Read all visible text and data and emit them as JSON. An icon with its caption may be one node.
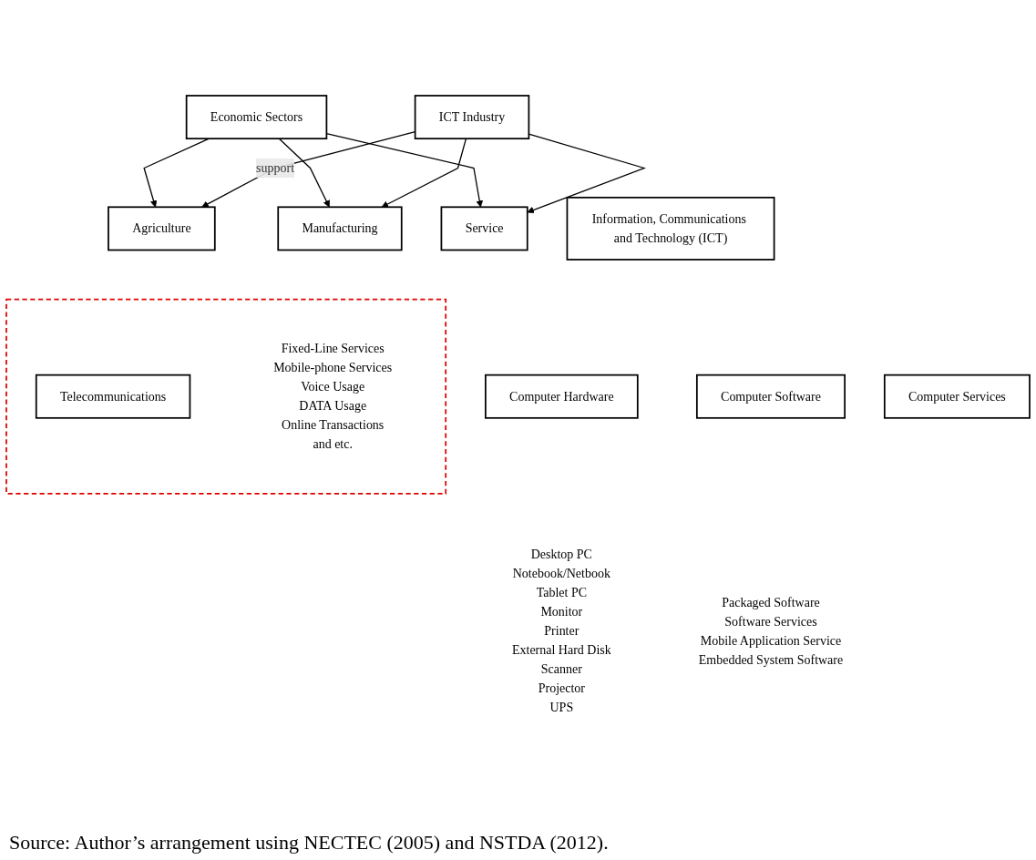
{
  "diagram": {
    "caption": "Source: Author’s arrangement using NECTEC (2005) and NSTDA (2012).",
    "nodes": [
      {
        "text": [
          "Economic Sectors"
        ]
      },
      {
        "text": [
          "Agriculture"
        ]
      },
      {
        "text": [
          "Manufacturing"
        ]
      },
      {
        "text": [
          "Service"
        ]
      },
      {
        "text": [
          "ICT Industry"
        ]
      },
      {
        "text": [
          "Information, Communications and Technology (ICT)"
        ]
      },
      {
        "text": [
          "Computer Hardware"
        ],
        "beside": [
          "Desktop PC",
          "Notebook/Netbook",
          "Tablet PC",
          "Monitor",
          "Printer",
          "External Hard Disk",
          "Scanner",
          "Projector",
          "UPS"
        ]
      },
      {
        "text": [
          "Computer Software"
        ],
        "beside": [
          "Packaged Software",
          "Software Services",
          "Mobile Application Service",
          "Embedded System Software"
        ]
      },
      {
        "text": [
          "Computer Services"
        ]
      },
      {
        "text": [],
        "shape": "box"
      },
      {
        "text": [
          "Telecommunications"
        ],
        "in": 9,
        "beside": [
          "Fixed-Line Services",
          "Mobile-phone Services",
          "Voice Usage",
          "DATA Usage",
          "Online Transactions",
          "and etc."
        ]
      }
    ],
    "edges": [
      {
        "from": 0,
        "to": 1,
        "arrow": "to"
      },
      {
        "from": 0,
        "to": 2,
        "arrow": "to"
      },
      {
        "from": 0,
        "to": 3,
        "arrow": "to"
      },
      {
        "from": 4,
        "to": 1,
        "arrow": "to",
        "label": "support"
      },
      {
        "from": 4,
        "to": 2,
        "arrow": "to"
      },
      {
        "from": 4,
        "to": 3,
        "arrow": "to"
      }
    ]
  }
}
